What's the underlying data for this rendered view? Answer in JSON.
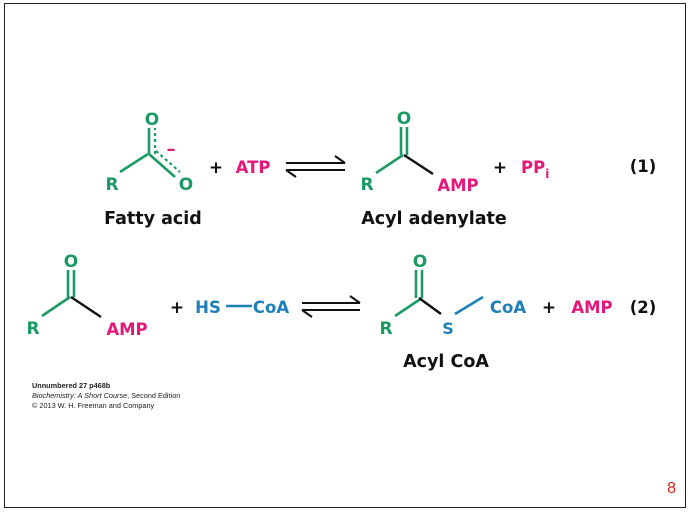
{
  "colors": {
    "green": "#1c9a63",
    "magenta": "#e2187b",
    "blue": "#1f7fb8",
    "black": "#111111",
    "page_number": "#e0201c"
  },
  "reaction1": {
    "fatty_acid": {
      "o_top": "O",
      "o_bottom": "O",
      "charge": "–",
      "r": "R",
      "caption": "Fatty acid"
    },
    "plus1": "+",
    "atp": "ATP",
    "acyl_adenylate": {
      "o_top": "O",
      "r": "R",
      "amp": "AMP",
      "caption": "Acyl adenylate"
    },
    "plus2": "+",
    "ppi_main": "PP",
    "ppi_sub": "i",
    "number": "(1)"
  },
  "reaction2": {
    "acyl_adenylate": {
      "o_top": "O",
      "r": "R",
      "amp": "AMP"
    },
    "plus1": "+",
    "hs": "HS",
    "coa": "CoA",
    "acyl_coa": {
      "o_top": "O",
      "r": "R",
      "s": "S",
      "coa": "CoA",
      "caption": "Acyl CoA"
    },
    "plus2": "+",
    "amp": "AMP",
    "number": "(2)"
  },
  "credit": {
    "line1": "Unnumbered 27 p468b",
    "book_title": "Biochemistry: A Short Course",
    "edition": ", Second Edition",
    "line3": "© 2013 W. H. Freeman and Company"
  },
  "page_number": "8"
}
